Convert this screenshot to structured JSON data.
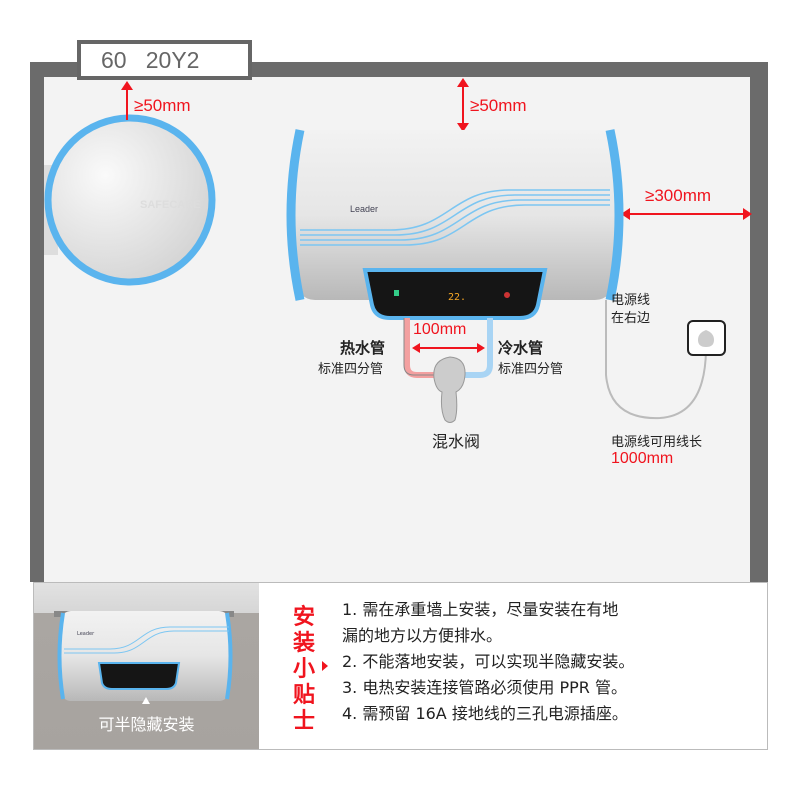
{
  "model_label": "60   20Y2",
  "brand": "Leader",
  "watermark": "SAFECARE",
  "display_temp": "22.",
  "clearances": {
    "top_side": "≥50mm",
    "top_front": "≥50mm",
    "right": "≥300mm",
    "pipe_spacing": "100mm"
  },
  "pipes": {
    "hot_title": "热水管",
    "hot_sub": "标准四分管",
    "cold_title": "冷水管",
    "cold_sub": "标准四分管",
    "valve": "混水阀"
  },
  "power": {
    "position_line1": "电源线",
    "position_line2": "在右边",
    "length_label": "电源线可用线长",
    "length_value": "1000mm"
  },
  "tips": {
    "caption": "可半隐藏安装",
    "title": "安装小贴士",
    "items": [
      "1. 需在承重墙上安装，尽量安装在有地",
      "漏的地方以方便排水。",
      "2. 不能落地安装，可以实现半隐藏安装。",
      "3. 电热安装连接管路必须使用 PPR 管。",
      "4. 需预留 16A 接地线的三孔电源插座。"
    ]
  },
  "colors": {
    "accent_red": "#f0141e",
    "heater_blue": "#5ab4ee",
    "wall_gray": "#6b6b6b",
    "hot_pipe": "#f3a0a0",
    "cold_pipe": "#a8d4f4"
  }
}
